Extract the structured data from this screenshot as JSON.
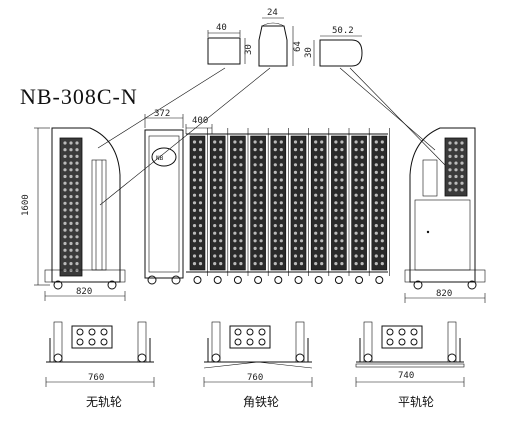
{
  "model": "NB-308C-N",
  "profiles": {
    "p1": {
      "w": "40",
      "h": "30"
    },
    "p2": {
      "w": "24",
      "h": "64"
    },
    "p3": {
      "w": "50.2",
      "h": "30"
    }
  },
  "dims": {
    "height": "1600",
    "left_width": "820",
    "right_width": "820",
    "box_width": "372",
    "panel_pitch": "400"
  },
  "wheels": [
    {
      "width": "760",
      "label": "无轨轮"
    },
    {
      "width": "760",
      "label": "角铁轮"
    },
    {
      "width": "740",
      "label": "平轨轮"
    }
  ],
  "badge_text": "NB"
}
